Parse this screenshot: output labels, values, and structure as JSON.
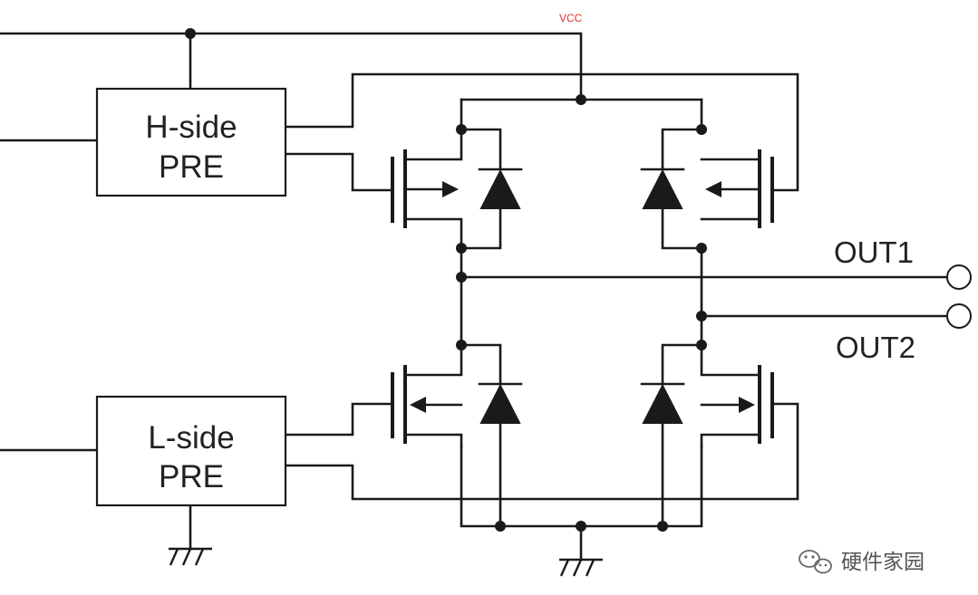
{
  "diagram": {
    "vcc_label": "VCC",
    "high_side_label_line1": "H-side",
    "high_side_label_line2": "PRE",
    "low_side_label_line1": "L-side",
    "low_side_label_line2": "PRE",
    "out1_label": "OUT1",
    "out2_label": "OUT2",
    "watermark_text": "硬件家园",
    "colors": {
      "wire": "#1a1a1a",
      "vcc_text": "#e03030",
      "background": "#ffffff"
    }
  }
}
